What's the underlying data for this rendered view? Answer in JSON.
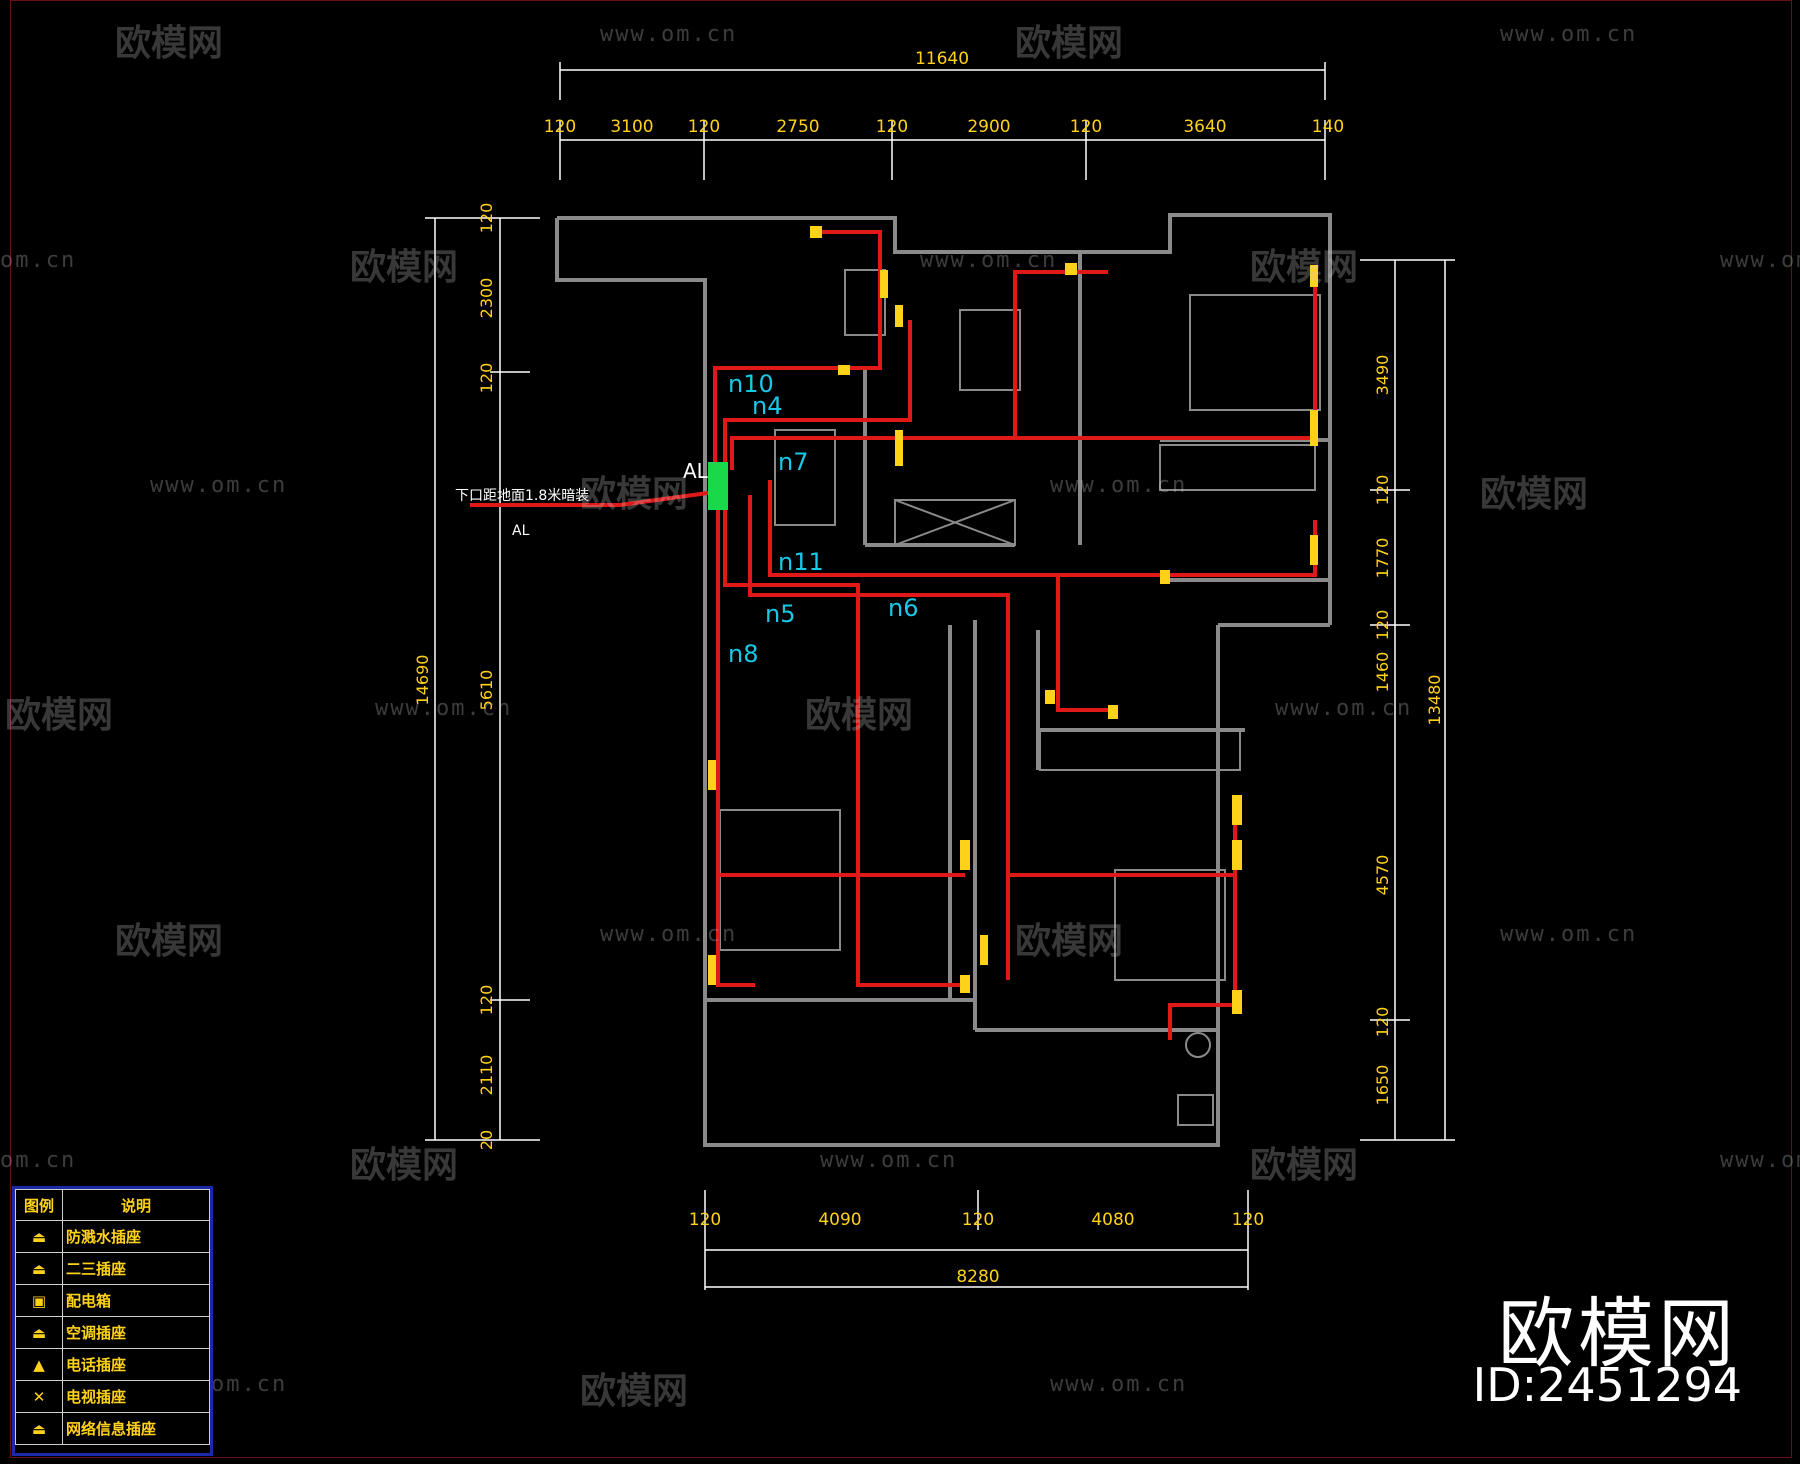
{
  "dimensions": {
    "top_total": "11640",
    "top_segments": [
      "120",
      "3100",
      "120",
      "2750",
      "120",
      "2900",
      "120",
      "3640",
      "140"
    ],
    "bottom_segments": [
      "120",
      "4090",
      "120",
      "4080",
      "120"
    ],
    "bottom_total": "8280",
    "left_segments": [
      "120",
      "2300",
      "120",
      "120",
      "2110",
      "20"
    ],
    "left_middle": "5610",
    "left_total": "14690",
    "right_segments": [
      "3490",
      "120",
      "1770",
      "120",
      "1460",
      "4570",
      "120",
      "1650"
    ],
    "right_total": "13480"
  },
  "circuits": [
    "n10",
    "n4",
    "n7",
    "n11",
    "n5",
    "n6",
    "n8"
  ],
  "panel": {
    "label": "AL",
    "note_line1": "下口距地面1.8米暗装",
    "note_line2": "AL"
  },
  "legend": {
    "header_symbol": "图例",
    "header_desc": "说明",
    "items": [
      {
        "icon": "waterproof-socket-icon",
        "desc": "防溅水插座"
      },
      {
        "icon": "socket-23-icon",
        "desc": "二三插座"
      },
      {
        "icon": "distribution-box-icon",
        "desc": "配电箱"
      },
      {
        "icon": "ac-socket-icon",
        "desc": "空调插座"
      },
      {
        "icon": "phone-socket-icon",
        "desc": "电话插座"
      },
      {
        "icon": "tv-socket-icon",
        "desc": "电视插座"
      },
      {
        "icon": "network-socket-icon",
        "desc": "网络信息插座"
      }
    ]
  },
  "watermark": {
    "brand": "欧模网",
    "url": "www.om.cn",
    "url_partial": "om.cn",
    "id": "ID:2451294"
  },
  "colors": {
    "background": "#000000",
    "wiring": "#e01818",
    "walls": "#8a8a8a",
    "dimension": "#ffffff",
    "dimension_text": "#ffd21a",
    "circuit_label": "#19c8e6",
    "panel": "#19d84a",
    "legend_border": "#1a2aa8"
  }
}
